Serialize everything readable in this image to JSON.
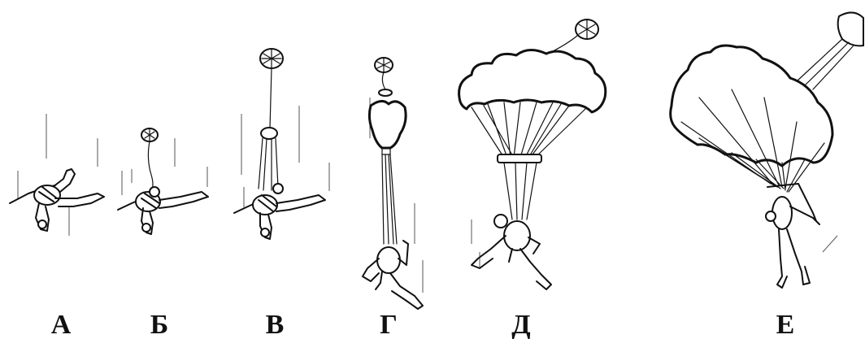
{
  "stages": [
    {
      "id": "a",
      "label": "А"
    },
    {
      "id": "b",
      "label": "Б"
    },
    {
      "id": "v",
      "label": "В"
    },
    {
      "id": "g",
      "label": "Г"
    },
    {
      "id": "d",
      "label": "Д"
    },
    {
      "id": "e",
      "label": "Е"
    }
  ]
}
